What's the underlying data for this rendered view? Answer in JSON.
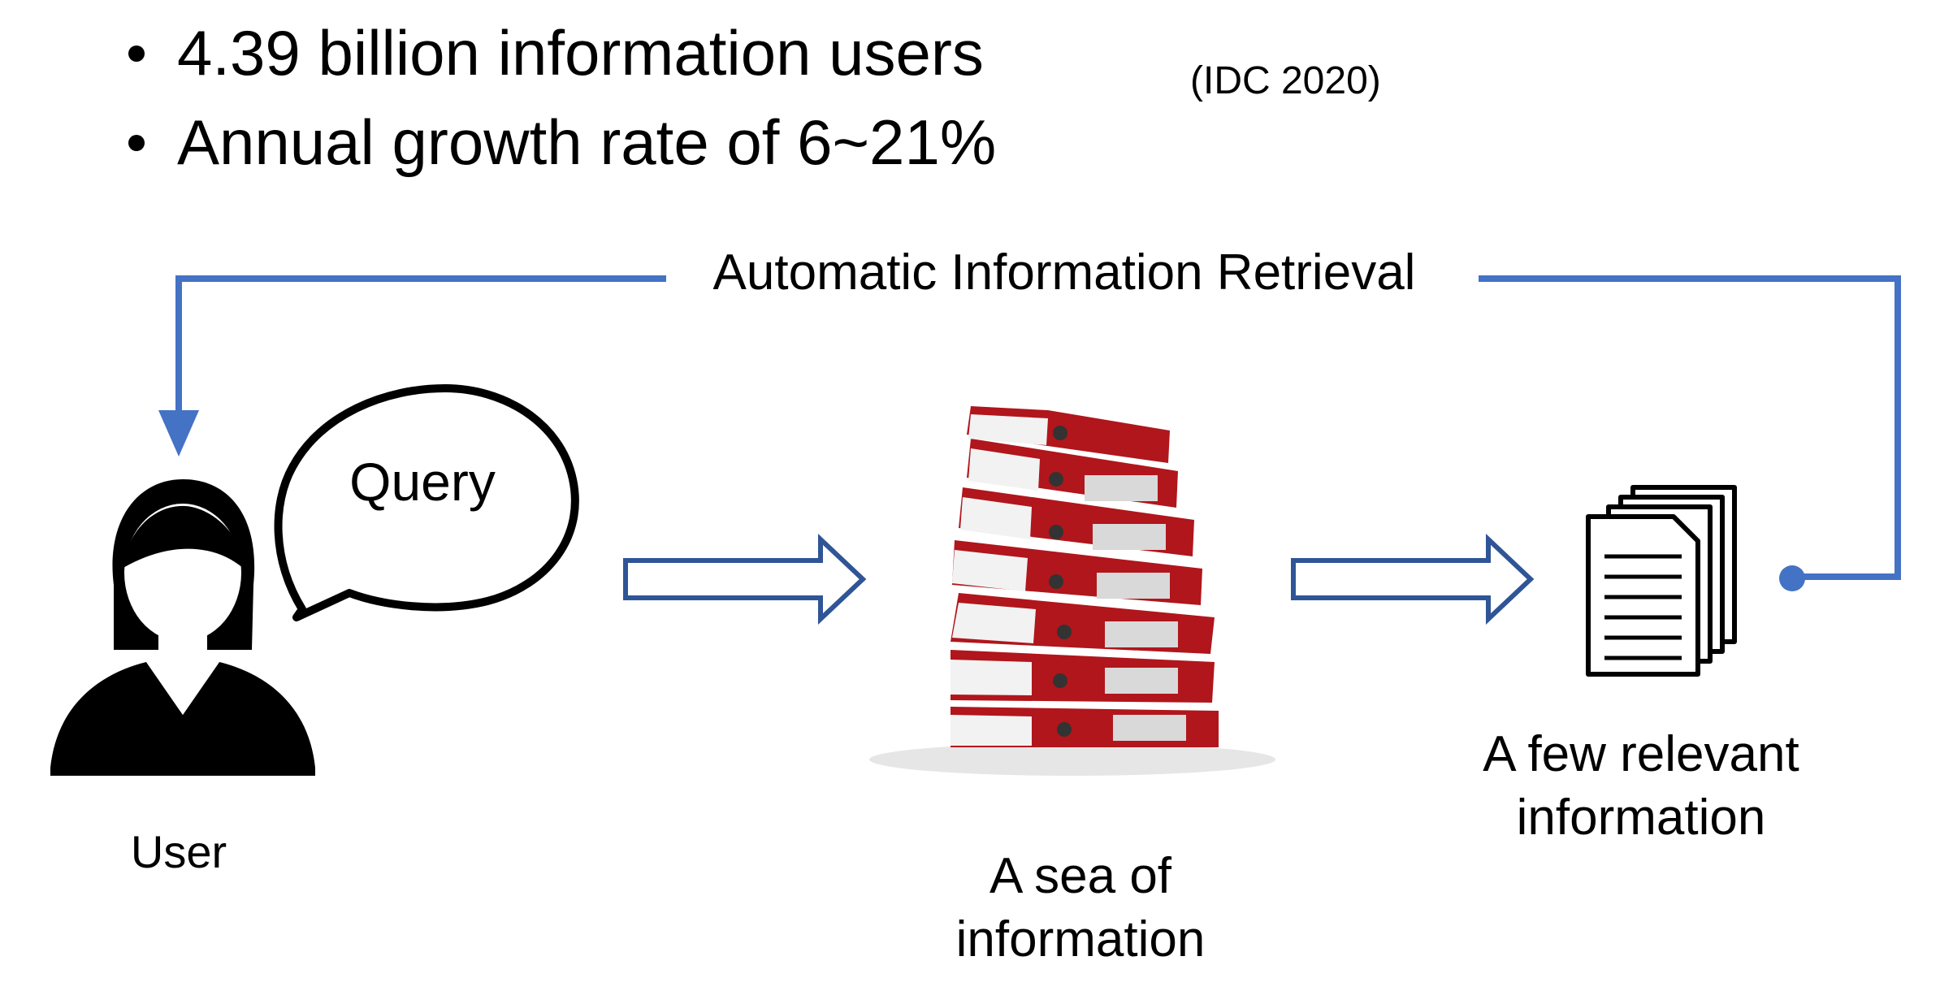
{
  "bullets": [
    "4.39 billion information users",
    "Annual growth rate of 6~21%"
  ],
  "source": "(IDC 2020)",
  "loop_label": "Automatic Information Retrieval",
  "query_label": "Query",
  "nodes": {
    "user": "User",
    "sea_line1": "A sea of",
    "sea_line2": "information",
    "few_line1": "A few relevant",
    "few_line2": "information"
  },
  "colors": {
    "loop_line": "#4472c4",
    "flow_arrow": "#2f5597",
    "binder_red": "#b0161c"
  },
  "icons": [
    "user-silhouette-icon",
    "speech-bubble-icon",
    "binder-stack-icon",
    "documents-stack-icon"
  ]
}
